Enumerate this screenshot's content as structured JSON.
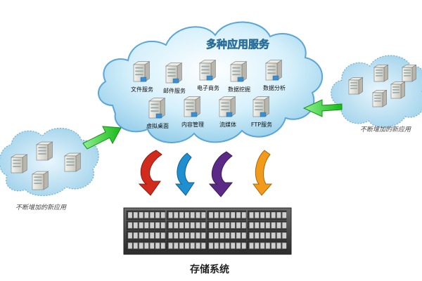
{
  "cloud": {
    "title": "多种应用服务",
    "services": [
      {
        "label": "文件服务",
        "icon": "server-icon"
      },
      {
        "label": "邮件服务",
        "icon": "mail-server-icon"
      },
      {
        "label": "电子商务",
        "icon": "commerce-server-icon"
      },
      {
        "label": "数据挖掘",
        "icon": "data-mining-server-icon"
      },
      {
        "label": "数据分析",
        "icon": "analysis-server-icon"
      },
      {
        "label": "虚拟桌面",
        "icon": "desktop-server-icon"
      },
      {
        "label": "内容管理",
        "icon": "content-server-icon"
      },
      {
        "label": "流媒体",
        "icon": "media-server-icon"
      },
      {
        "label": "FTP服务",
        "icon": "ftp-server-icon"
      }
    ]
  },
  "left_cloud": {
    "label": "不断增加的新应用"
  },
  "right_cloud": {
    "label": "不断增加的新应用"
  },
  "storage": {
    "label": "存储系统"
  },
  "colors": {
    "cloud_fill": "#bfe6f7",
    "cloud_stroke": "#5aa6d6",
    "arrow_green": "#2ecc2e",
    "arrow_red": "#d12b1e",
    "arrow_blue": "#1e8fd1",
    "arrow_purple": "#5a2a86",
    "arrow_orange": "#f29a1a"
  }
}
